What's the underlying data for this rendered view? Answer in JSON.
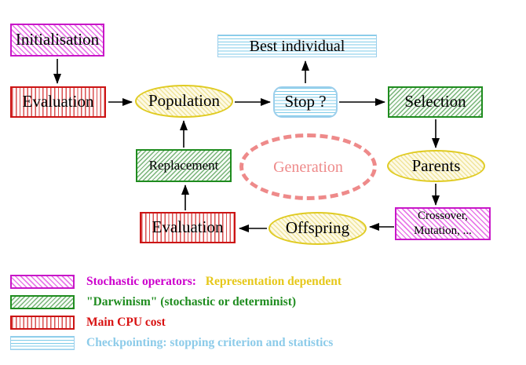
{
  "diagram": {
    "nodes": {
      "initialisation": {
        "label": "Initialisation",
        "style": "magenta-diagonal-hatch-box"
      },
      "evaluation_top": {
        "label": "Evaluation",
        "style": "red-vertical-lines-box"
      },
      "population": {
        "label": "Population",
        "style": "yellow-diagonal-hatch-ellipse"
      },
      "best_individual": {
        "label": "Best individual",
        "style": "cyan-horizontal-lines-box"
      },
      "stop": {
        "label": "Stop ?",
        "style": "cyan-horizontal-lines-rounded-box"
      },
      "selection": {
        "label": "Selection",
        "style": "green-diagonal-hatch-box"
      },
      "replacement": {
        "label": "Replacement",
        "style": "green-diagonal-hatch-box"
      },
      "generation": {
        "label": "Generation",
        "style": "coral-dashed-ellipse"
      },
      "parents": {
        "label": "Parents",
        "style": "yellow-diagonal-hatch-ellipse"
      },
      "evaluation_bottom": {
        "label": "Evaluation",
        "style": "red-vertical-lines-box"
      },
      "offspring": {
        "label": "Offspring",
        "style": "yellow-diagonal-hatch-ellipse"
      },
      "crossover": {
        "line1": "Crossover,",
        "line2": "Mutation, ...",
        "style": "magenta-diagonal-hatch-box"
      }
    },
    "flow": [
      "Initialisation -> Evaluation",
      "Evaluation -> Population",
      "Population -> Stop ?",
      "Stop ? -> Best individual",
      "Stop ? -> Selection",
      "Selection -> Parents",
      "Parents -> Crossover/Mutation",
      "Crossover/Mutation -> Offspring",
      "Offspring -> Evaluation",
      "Evaluation -> Replacement",
      "Replacement -> Population"
    ]
  },
  "legend": {
    "items": [
      {
        "swatch": "magenta-diagonal-hatch",
        "text_primary": "Stochastic operators:",
        "text_secondary": "Representation dependent"
      },
      {
        "swatch": "green-diagonal-hatch",
        "text_primary": "\"Darwinism\" (stochastic or determinist)"
      },
      {
        "swatch": "red-vertical-lines",
        "text_primary": "Main CPU cost"
      },
      {
        "swatch": "cyan-horizontal-lines",
        "text_primary": "Checkpointing: stopping criterion and statistics"
      }
    ]
  },
  "colors": {
    "magenta": "#c817c8",
    "magenta_hatch": "#e87ae8",
    "green": "#1f8c1f",
    "green_hatch": "#77b377",
    "red": "#cc1414",
    "red_hatch": "#d95151",
    "cyan_border": "#9ccfec",
    "cyan_line": "#7ecbe8",
    "yellow_border": "#e0cb22",
    "yellow_hatch": "#f0e49b",
    "yellow_bg": "#fdfae6",
    "coral": "#ee8a8a",
    "legend_magenta_text": "#cc00cc",
    "legend_yellow_text": "#e6c81a",
    "legend_green_text": "#1f8c1f",
    "legend_red_text": "#d81212",
    "legend_cyan_text": "#8ccbe9",
    "arrow": "#000000"
  }
}
